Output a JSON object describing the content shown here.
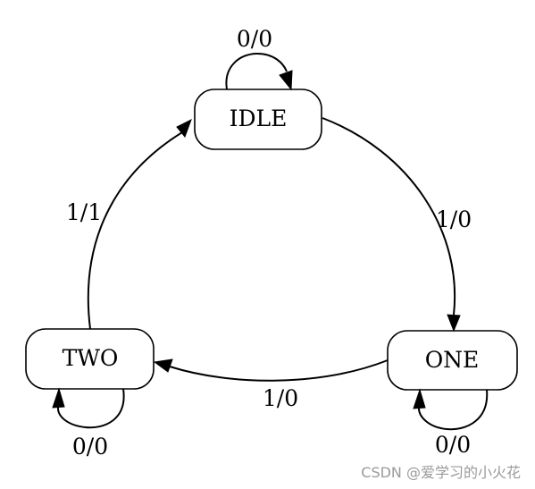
{
  "states": {
    "idle": {
      "label": "IDLE"
    },
    "one": {
      "label": "ONE"
    },
    "two": {
      "label": "TWO"
    }
  },
  "transitions": {
    "idle_self": {
      "from": "IDLE",
      "to": "IDLE",
      "label": "0/0"
    },
    "idle_to_one": {
      "from": "IDLE",
      "to": "ONE",
      "label": "1/0"
    },
    "one_self": {
      "from": "ONE",
      "to": "ONE",
      "label": "0/0"
    },
    "one_to_two": {
      "from": "ONE",
      "to": "TWO",
      "label": "1/0"
    },
    "two_self": {
      "from": "TWO",
      "to": "TWO",
      "label": "0/0"
    },
    "two_to_idle": {
      "from": "TWO",
      "to": "IDLE",
      "label": "1/1"
    }
  },
  "watermark": "CSDN @爱学习的小火花",
  "colors": {
    "stroke": "#000000",
    "fill": "#ffffff",
    "watermark": "#9a9a9a"
  }
}
